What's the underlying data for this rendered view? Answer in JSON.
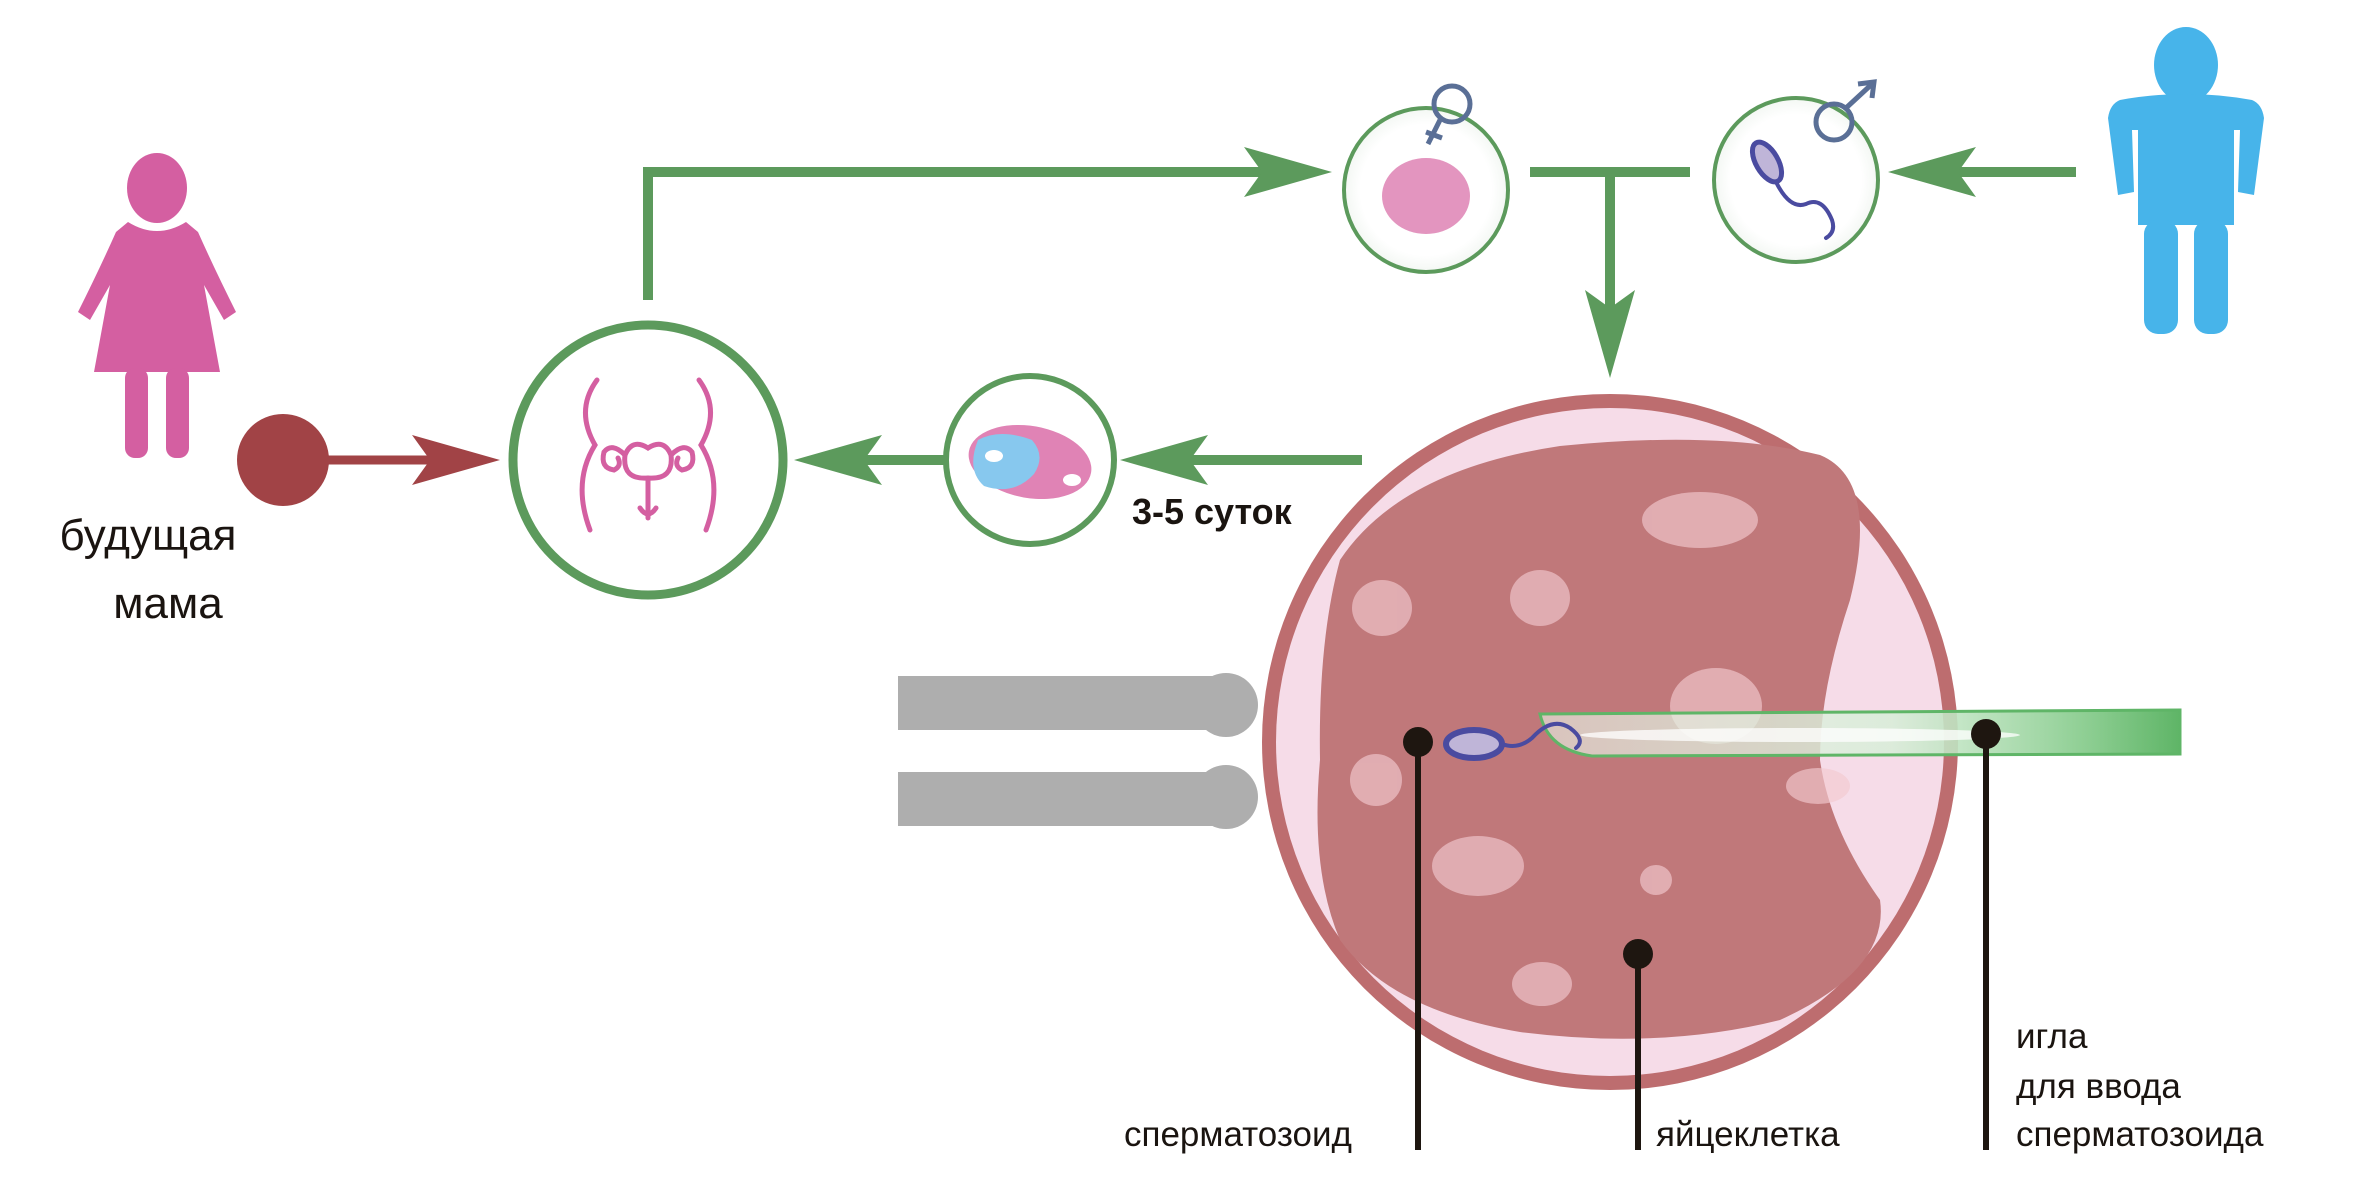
{
  "labels": {
    "mother_line1": "будущая",
    "mother_line2": "мама",
    "days": "3-5 суток",
    "sperm": "сперматозоид",
    "egg": "яйцеклетка",
    "needle_line1": "игла",
    "needle_line2": "для ввода",
    "needle_line3": "сперматозоида"
  },
  "colors": {
    "female": "#d45fa1",
    "male": "#47b4ea",
    "arrow_green": "#5c9a5c",
    "arrow_red": "#a14346",
    "egg_outer": "#bd6d6f",
    "egg_inner": "#c0787a",
    "egg_membrane": "#f6dce8",
    "pipette": "#aeaeae",
    "needle": "#5fb567",
    "sperm": "#4a4ba0",
    "gender_symbol": "#5a6f96",
    "pointer": "#1e1610"
  },
  "icons": {
    "mother": "woman-figure-icon",
    "father": "man-figure-icon",
    "uterus": "uterus-icon",
    "embryo": "embryo-icon",
    "oocyte": "oocyte-icon",
    "sperm_cell": "sperm-cell-icon"
  }
}
